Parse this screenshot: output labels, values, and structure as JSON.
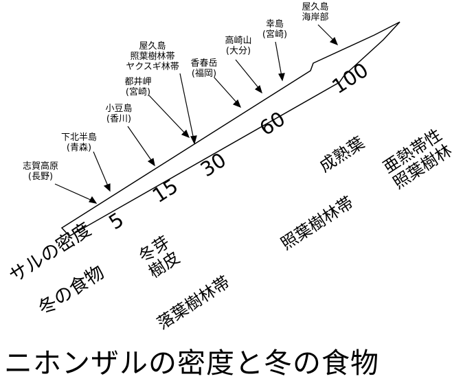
{
  "title": "ニホンザルの密度と冬の食物",
  "arrow": {
    "label": "サルの密度",
    "ticks": [
      "5",
      "15",
      "30",
      "60",
      "100"
    ]
  },
  "locations": [
    {
      "lines": [
        "志賀高原",
        "(長野)"
      ]
    },
    {
      "lines": [
        "下北半島",
        "(青森)"
      ]
    },
    {
      "lines": [
        "小豆島",
        "(香川)"
      ]
    },
    {
      "lines": [
        "都井岬",
        "(宮崎)"
      ]
    },
    {
      "lines": [
        "屋久島",
        "照葉樹林帯",
        "ヤクスギ林帯"
      ]
    },
    {
      "lines": [
        "香春岳",
        "(福岡)"
      ]
    },
    {
      "lines": [
        "高崎山",
        "(大分)"
      ]
    },
    {
      "lines": [
        "幸島",
        "(宮崎)"
      ]
    },
    {
      "lines": [
        "屋久島",
        "海岸部"
      ]
    }
  ],
  "food": {
    "label": "冬の食物",
    "items": [
      {
        "lines": [
          "冬芽",
          "樹皮"
        ]
      },
      {
        "lines": [
          "成熟葉"
        ]
      }
    ]
  },
  "zones": [
    {
      "lines": [
        "落葉樹林帯"
      ]
    },
    {
      "lines": [
        "照葉樹林帯"
      ]
    },
    {
      "lines": [
        "亜熱帯性",
        "照葉樹林"
      ]
    }
  ],
  "colors": {
    "ink": "#000000",
    "background": "#ffffff"
  }
}
